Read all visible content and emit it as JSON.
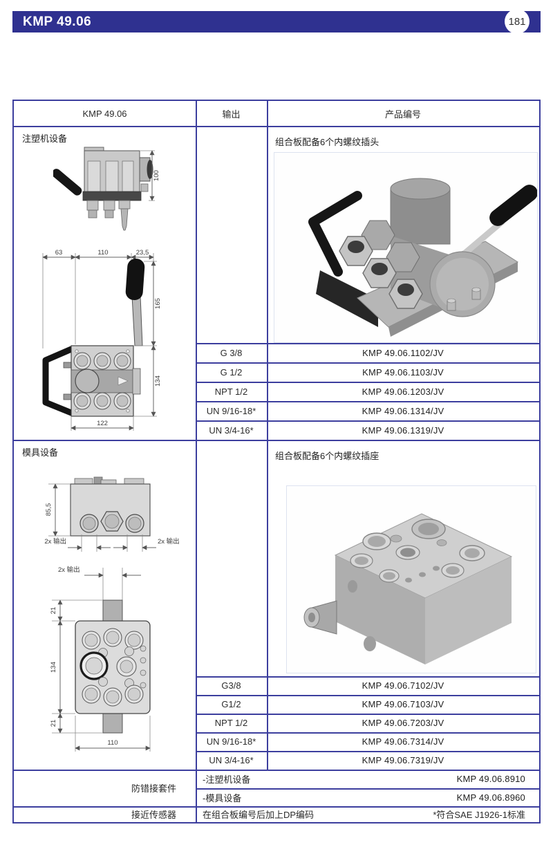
{
  "header": {
    "title": "KMP 49.06",
    "page_number": "181"
  },
  "table": {
    "columns": {
      "col1": "KMP 49.06",
      "col2": "输出",
      "col3": "产品编号"
    },
    "sections": [
      {
        "equipment_label": "注塑机设备",
        "plate_label": "组合板配备6个内螺纹插头",
        "rows": [
          {
            "output": "G 3/8",
            "part_number": "KMP 49.06.1102/JV"
          },
          {
            "output": "G 1/2",
            "part_number": "KMP 49.06.1103/JV"
          },
          {
            "output": "NPT 1/2",
            "part_number": "KMP 49.06.1203/JV"
          },
          {
            "output": "UN 9/16-18*",
            "part_number": "KMP 49.06.1314/JV"
          },
          {
            "output": "UN 3/4-16*",
            "part_number": "KMP 49.06.1319/JV"
          }
        ]
      },
      {
        "equipment_label": "模具设备",
        "plate_label": "组合板配备6个内螺纹插座",
        "rows": [
          {
            "output": "G3/8",
            "part_number": "KMP 49.06.7102/JV"
          },
          {
            "output": "G1/2",
            "part_number": "KMP 49.06.7103/JV"
          },
          {
            "output": "NPT 1/2",
            "part_number": "KMP 49.06.7203/JV"
          },
          {
            "output": "UN 9/16-18*",
            "part_number": "KMP 49.06.7314/JV"
          },
          {
            "output": "UN 3/4-16*",
            "part_number": "KMP 49.06.7319/JV"
          }
        ]
      }
    ],
    "footer": {
      "kit_label": "防错接套件",
      "kit_rows": [
        {
          "label": "-注塑机设备",
          "part_number": "KMP 49.06.8910"
        },
        {
          "label": "-模具设备",
          "part_number": "KMP 49.06.8960"
        }
      ],
      "sensor_label": "接近传感器",
      "sensor_note": "在组合板编号后加上DP编码",
      "standard_note": "*符合SAE J1926-1标准"
    }
  },
  "drawings": {
    "injection_side_view": {
      "dim_height": "100"
    },
    "injection_front_view": {
      "dim_top_left": "63",
      "dim_top_mid": "110",
      "dim_top_right": "23,5",
      "dim_lever_height": "165",
      "dim_block_height": "134",
      "dim_bottom_width": "122"
    },
    "mold_side_view": {
      "dim_height": "85,5",
      "output_left": "2x 输出",
      "output_right": "2x 输出"
    },
    "mold_face_view": {
      "output_top": "2x 输出",
      "dim_tab_top": "21",
      "dim_plate_height": "134",
      "dim_tab_bottom": "21",
      "dim_bottom_width": "110"
    }
  },
  "colors": {
    "accent_bar": "#2f3190",
    "table_border": "#3c3e9e"
  }
}
